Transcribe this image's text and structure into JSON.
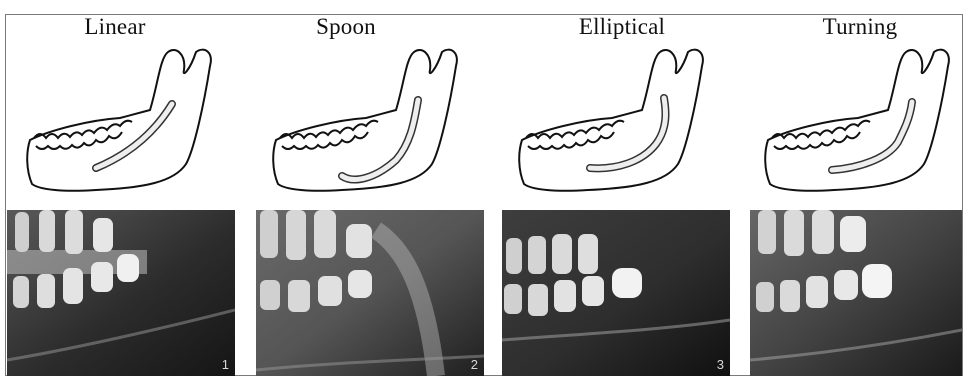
{
  "panels": [
    {
      "id": "linear",
      "label": "Linear",
      "number": "1"
    },
    {
      "id": "spoon",
      "label": "Spoon",
      "number": "2"
    },
    {
      "id": "elliptical",
      "label": "Elliptical",
      "number": "3"
    },
    {
      "id": "turning",
      "label": "Turning",
      "number": ""
    }
  ]
}
